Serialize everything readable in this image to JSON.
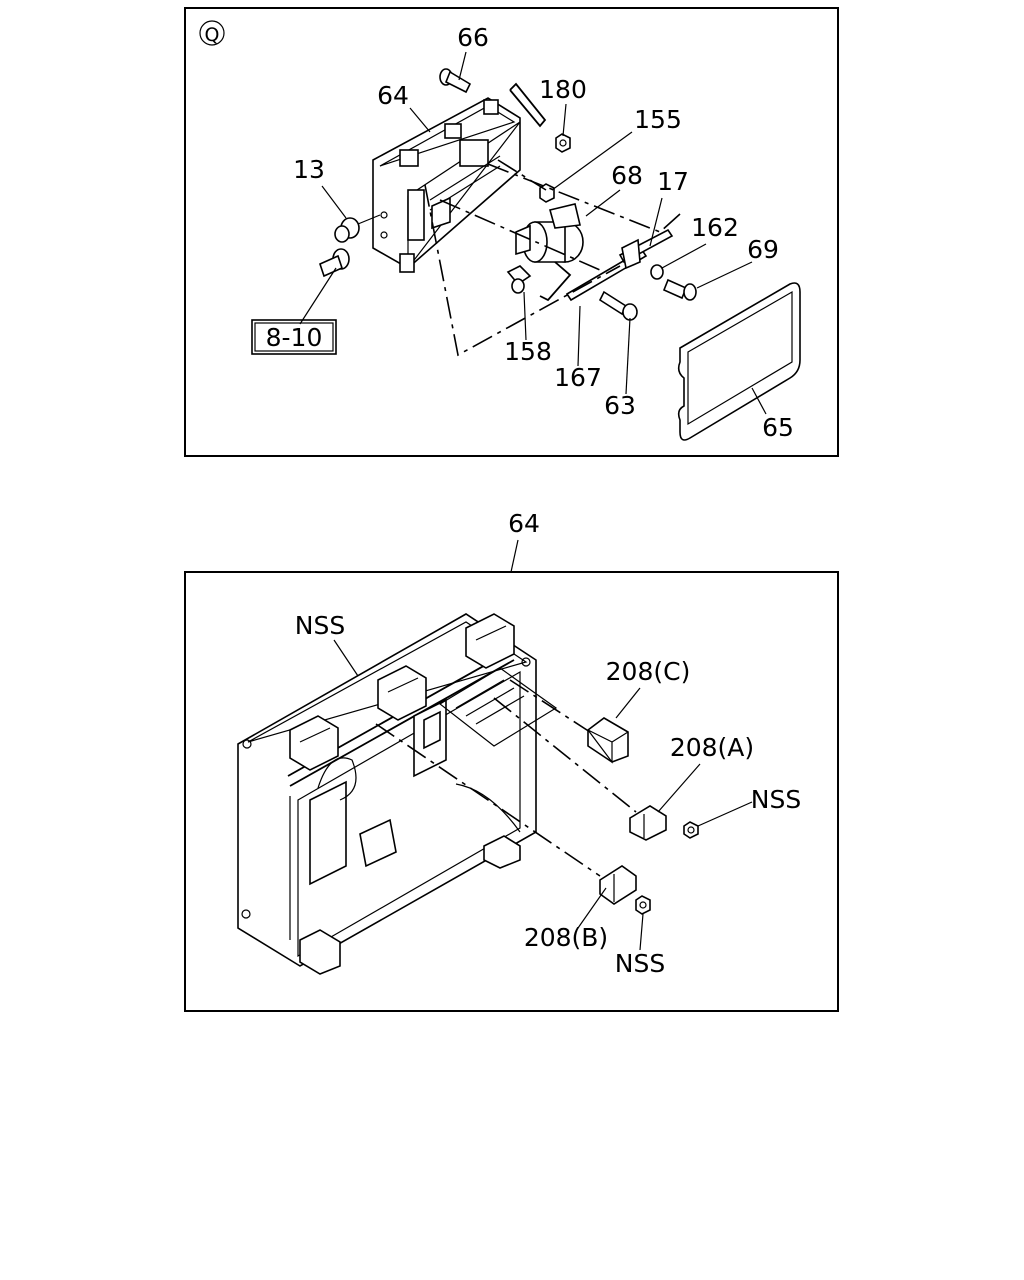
{
  "top_view": {
    "view_marker": "Q",
    "ref_box": "8-10",
    "callouts": [
      "66",
      "64",
      "180",
      "155",
      "13",
      "68",
      "17",
      "162",
      "69",
      "158",
      "167",
      "63",
      "65"
    ]
  },
  "bottom_view": {
    "title_ref": "64",
    "callouts": [
      "NSS",
      "208(C)",
      "208(A)",
      "NSS",
      "208(B)",
      "NSS"
    ]
  }
}
